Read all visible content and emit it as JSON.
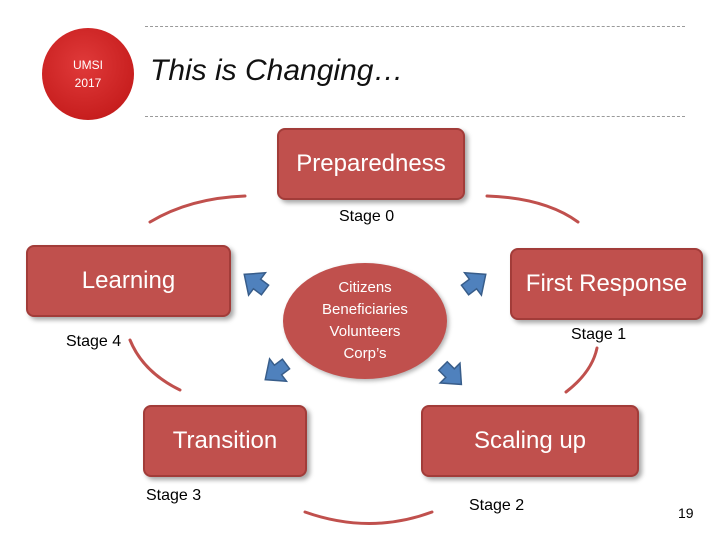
{
  "logo": {
    "line1": "UMSI",
    "line2": "2017"
  },
  "title": "This is Changing…",
  "stages": {
    "preparedness": {
      "name": "Preparedness",
      "label": "Stage 0"
    },
    "first_response": {
      "name": "First Response",
      "label": "Stage 1"
    },
    "scaling_up": {
      "name": "Scaling up",
      "label": "Stage 2"
    },
    "transition": {
      "name": "Transition",
      "label": "Stage 3"
    },
    "learning": {
      "name": "Learning",
      "label": "Stage 4"
    }
  },
  "center": {
    "lines": [
      "Citizens",
      "Beneficiaries",
      "Volunteers",
      "Corp’s"
    ]
  },
  "colors": {
    "box": "#c0504d",
    "box_border": "#a23c39",
    "arrow": "#4f81bd",
    "arc": "#c0504d",
    "logo": "#c81f1f"
  },
  "page_number": "19"
}
